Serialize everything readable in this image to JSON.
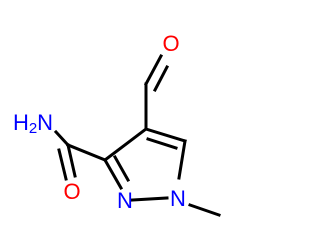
{
  "molecule": {
    "atoms": {
      "aldehyde_oxygen": {
        "label": "O",
        "color": "#ff0000"
      },
      "amide_oxygen": {
        "label": "O",
        "color": "#ff0000"
      },
      "amide_nitrogen": {
        "label": "H2N",
        "color": "#0000ff"
      },
      "ring_nitrogen_2": {
        "label": "N",
        "color": "#0000ff"
      },
      "ring_nitrogen_1": {
        "label": "N",
        "color": "#0000ff"
      }
    },
    "bond_color": "#000000"
  }
}
